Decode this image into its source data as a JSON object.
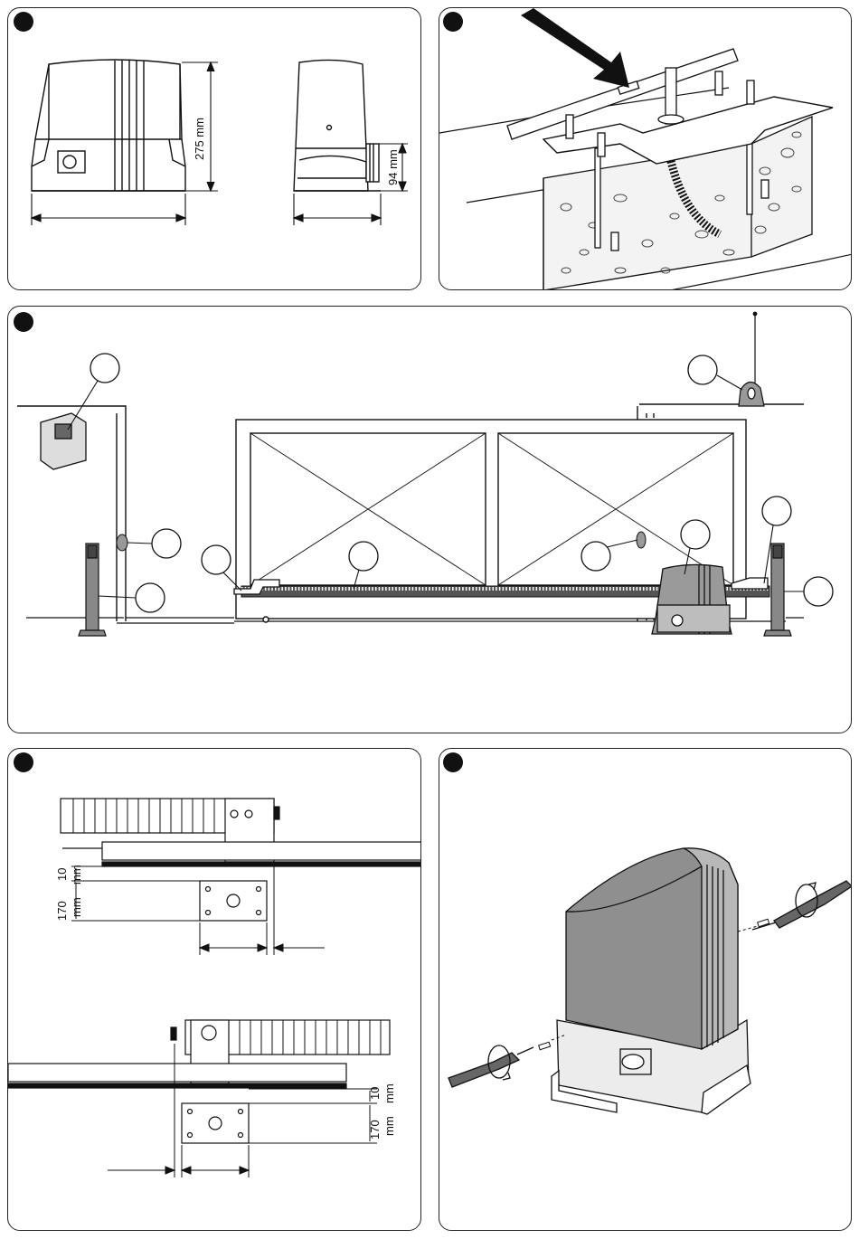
{
  "panel1": {
    "height_label": "275 mm",
    "side_label": "94 mm"
  },
  "panel4": {
    "top_gap_value": "10",
    "top_gap_unit": "mm",
    "top_plate_value": "170",
    "top_plate_unit": "mm",
    "bottom_gap_value": "10",
    "bottom_gap_unit": "mm",
    "bottom_plate_value": "170",
    "bottom_plate_unit": "mm"
  },
  "colors": {
    "ink": "#111111",
    "motor_grey": "#9a9a9a",
    "motor_light": "#d8d8d8",
    "rack": "#555555"
  }
}
